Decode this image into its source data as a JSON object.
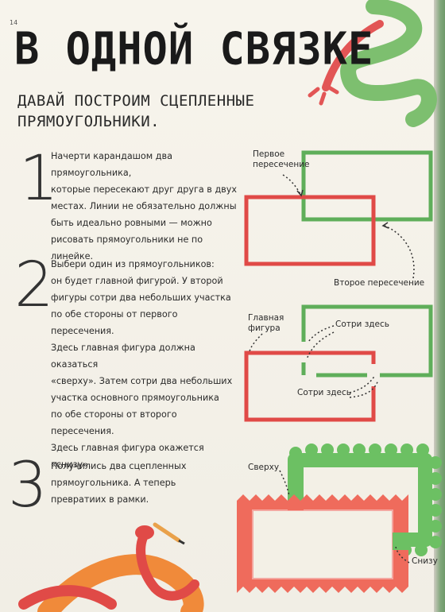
{
  "page_number": "14",
  "title": "В ОДНОЙ СВЯЗКЕ",
  "subtitle": "ДАВАЙ ПОСТРОИМ СЦЕПЛЕННЫЕ ПРЯМОУГОЛЬНИКИ.",
  "steps": [
    {
      "number": "1",
      "text": "Начерти карандашом два прямоугольника,\nкоторые пересекают друг друга в двух\nместах. Линии не обязательно должны\nбыть идеально ровными — можно\nрисовать прямоугольники не по линейке."
    },
    {
      "number": "2",
      "text": "Выбери один из прямоугольников:\nон будет главной фигурой. У второй\nфигуры сотри два небольших участка\nпо обе стороны от первого пересечения.\nЗдесь главная фигура должна оказаться\n«сверху». Затем сотри два небольших\nучастка основного прямоугольника\nпо обе стороны от второго пересечения.\nЗдесь главная фигура окажется\n«снизу»."
    },
    {
      "number": "3",
      "text": "Получились два сцепленных\nпрямоугольника. А теперь\nпревратиих в рамки."
    }
  ],
  "diagram_labels": {
    "first_intersection": "Первое\nпересечение",
    "second_intersection": "Второе пересечение",
    "main_figure": "Главная\nфигура",
    "erase_here_top": "Сотри здесь",
    "erase_here_bottom": "Сотри здесь",
    "top": "Сверху",
    "bottom": "Снизу"
  },
  "colors": {
    "green": "#5fae5a",
    "red": "#e04a47",
    "frame_green": "#6cc063",
    "frame_red": "#ef6b5c",
    "frame_pink": "#f4a7a0"
  }
}
